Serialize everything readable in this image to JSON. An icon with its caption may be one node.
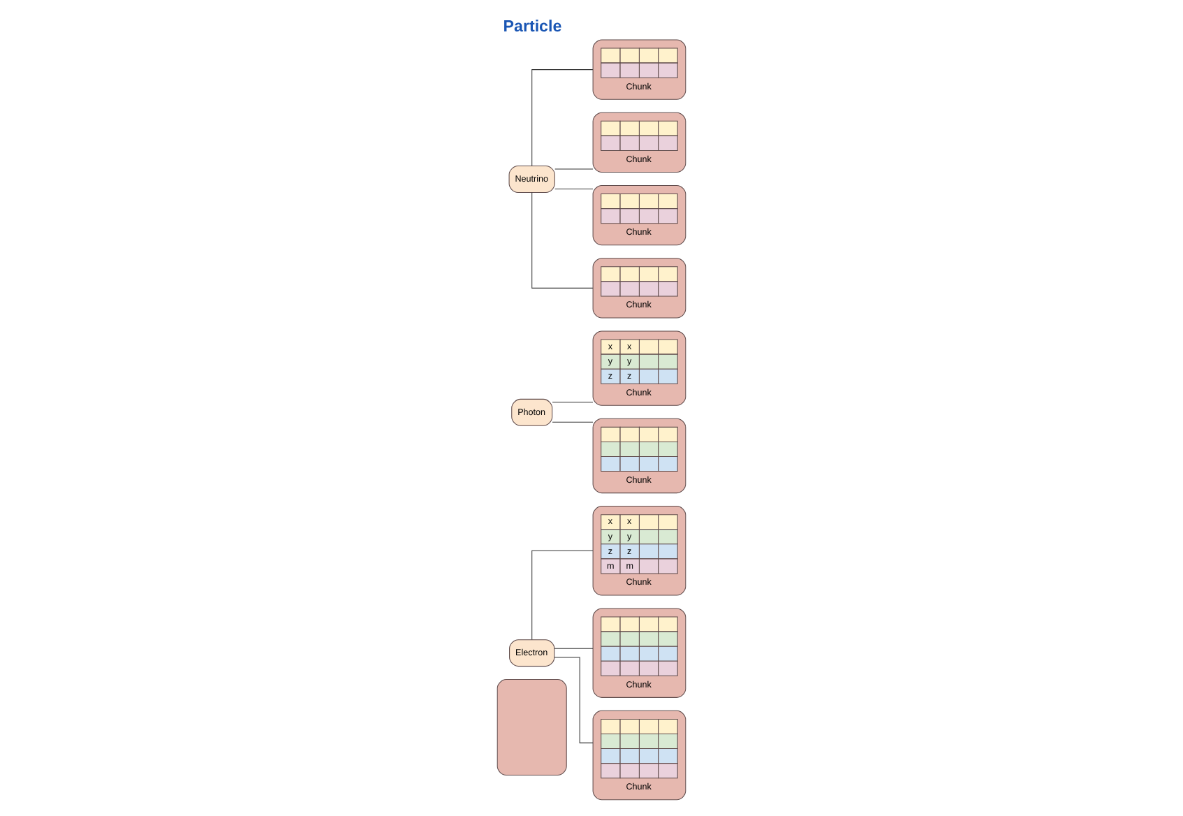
{
  "diagram": {
    "title": "Particle",
    "nodes": [
      {
        "text": [],
        "shape": "box"
      },
      {
        "text": [
          "Electron"
        ]
      },
      {
        "text": [
          "x",
          "x",
          "y",
          "y",
          "z",
          "z",
          "m",
          "m",
          "Chunk"
        ]
      },
      {
        "text": [
          "Chunk"
        ]
      },
      {
        "text": [
          "Chunk"
        ]
      },
      {
        "text": [
          "Photon"
        ]
      },
      {
        "text": [
          "x",
          "x",
          "y",
          "y",
          "z",
          "z",
          "Chunk"
        ]
      },
      {
        "text": [
          "Chunk"
        ]
      },
      {
        "text": [
          "Neutrino"
        ]
      },
      {
        "text": [
          "Chunk"
        ]
      },
      {
        "text": [
          "Chunk"
        ]
      },
      {
        "text": [
          "Chunk"
        ]
      },
      {
        "text": [
          "Chunk"
        ]
      }
    ],
    "edges": [
      {
        "from": 1,
        "to": 2,
        "arrow": "none"
      },
      {
        "from": 1,
        "to": 3,
        "arrow": "none"
      },
      {
        "from": 1,
        "to": 4,
        "arrow": "none"
      },
      {
        "from": 5,
        "to": 6,
        "arrow": "none"
      },
      {
        "from": 5,
        "to": 7,
        "arrow": "none"
      },
      {
        "from": 8,
        "to": 9,
        "arrow": "none"
      },
      {
        "from": 8,
        "to": 10,
        "arrow": "none"
      },
      {
        "from": 8,
        "to": 11,
        "arrow": "none"
      },
      {
        "from": 8,
        "to": 12,
        "arrow": "none"
      }
    ]
  }
}
